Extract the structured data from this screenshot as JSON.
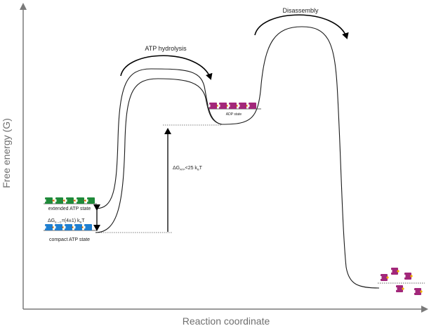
{
  "axes": {
    "x_label": "Reaction coordinate",
    "y_label": "Free energy (G)"
  },
  "transitions": {
    "atp_hydrolysis": "ATP hydrolysis",
    "disassembly": "Disassembly"
  },
  "states": {
    "extended": "extended ATP state",
    "compact": "compact ATP state",
    "adp": "ADP state"
  },
  "energies": {
    "delta_g_ec": {
      "symbol": "ΔG",
      "sub": "E↔C",
      "value": "=(4±1) k",
      "sub2": "B",
      "tail": "T"
    },
    "delta_g_atp": {
      "symbol": "ΔG",
      "sub": "ATP",
      "value": "<25 k",
      "sub2": "B",
      "tail": "T"
    }
  },
  "colors": {
    "axis": "#7a7a7a",
    "curve": "#1a1a1a",
    "extended_subunit": "#1f8a3a",
    "compact_subunit": "#1f7fd0",
    "adp_subunit": "#a2277a",
    "nucleotide_dot": "#f0b400",
    "link": "#c0392b"
  }
}
